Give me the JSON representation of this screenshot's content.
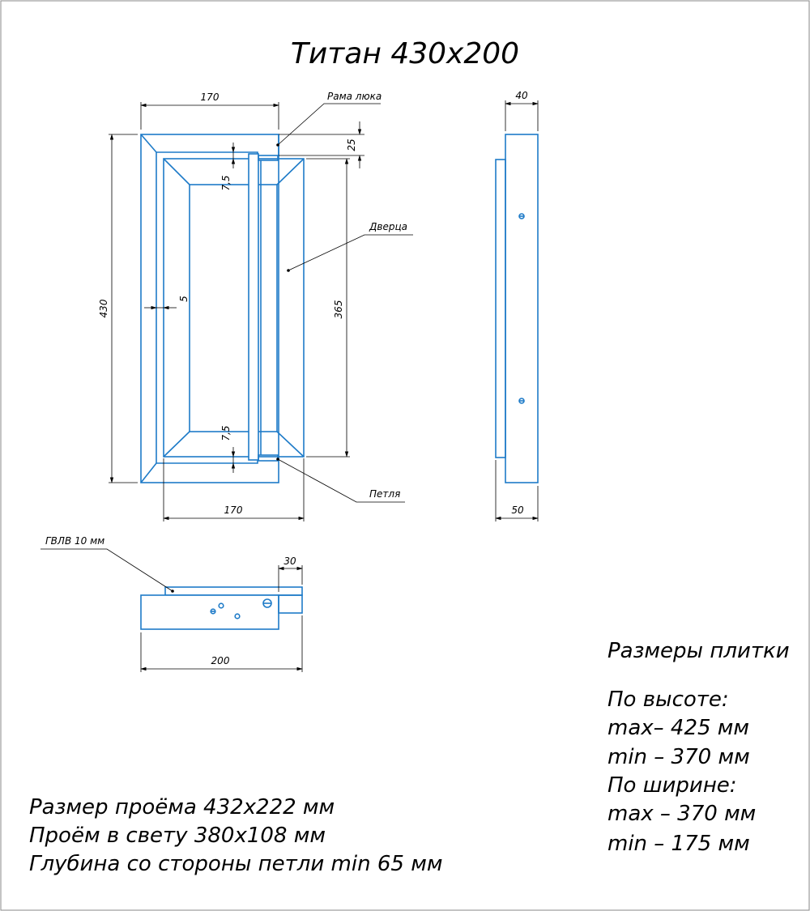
{
  "title": "Титан 430х200",
  "labels": {
    "frame": "Рама люка",
    "door": "Дверца",
    "hinge": "Петля",
    "drywall": "ГВЛВ 10 мм"
  },
  "dims": {
    "top_width": "170",
    "bottom_width": "170",
    "height": "430",
    "frame_top": "25",
    "gap_top": "7,5",
    "gap_bottom": "7,5",
    "side_gap": "5",
    "door_height": "365",
    "side_top_depth": "40",
    "side_bottom_depth": "50",
    "plan_offset": "30",
    "plan_width": "200"
  },
  "tile_sizes": {
    "heading": "Размеры плитки",
    "lines": [
      "По высоте:",
      "max– 425 мм",
      "min – 370 мм",
      "По ширине:",
      "max – 370 мм",
      "min – 175 мм"
    ]
  },
  "opening_notes": [
    "Размер проёма 432х222 мм",
    "Проём в свету 380х108 мм",
    "Глубина со стороны петли min 65 мм"
  ],
  "colors": {
    "line": "#1e7bc8",
    "dimension": "#000000",
    "border": "#888888"
  }
}
